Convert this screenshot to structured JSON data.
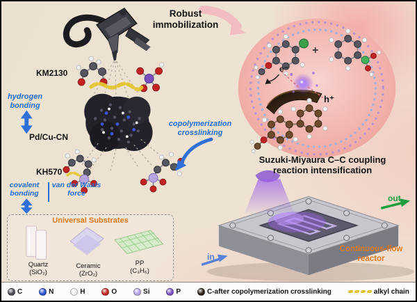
{
  "header": {
    "line1": "Robust",
    "line2": "immobilization"
  },
  "left_panel": {
    "km2130": "KM2130",
    "pd_cu_cn": "Pd/Cu-CN",
    "kh570": "KH570",
    "hydrogen_bonding": {
      "line1": "hydrogen",
      "line2": "bonding"
    },
    "covalent_bonding": {
      "line1": "covalent",
      "line2": "bonding"
    },
    "van_der_waals": {
      "line1": "van der Waals",
      "line2": "force"
    },
    "copolymerization": {
      "line1": "copolymerization",
      "line2": "crosslinking"
    }
  },
  "photoreaction": {
    "plus": "+",
    "electron": "e⁻",
    "hole": "h⁺"
  },
  "right_panel": {
    "heading": {
      "line1": "Suzuki-Miyaura C–C coupling",
      "line2": "reaction intensification"
    },
    "out_label": "out",
    "in_label": "in",
    "reactor_label": {
      "line1": "Continuous-flow",
      "line2": "reactor"
    }
  },
  "substrates": {
    "title": "Universal Substrates",
    "items": [
      {
        "name": "Quartz",
        "formula": "(SiO₂)"
      },
      {
        "name": "Ceramic",
        "formula": "(ZrO₂)"
      },
      {
        "name": "PP",
        "formula": "(C₃H₆)"
      }
    ]
  },
  "legend": {
    "items": [
      {
        "label": "C",
        "color": "#4b4b55"
      },
      {
        "label": "N",
        "color": "#2b50cc"
      },
      {
        "label": "H",
        "color": "#f2f2f2"
      },
      {
        "label": "O",
        "color": "#c32222"
      },
      {
        "label": "Si",
        "color": "#b7a6e2"
      },
      {
        "label": "P",
        "color": "#7b4fc0"
      },
      {
        "label": "C-after copolymerization crosslinking",
        "color": "#2c1f15"
      },
      {
        "label": "alkyl chain",
        "color": "#e2c22e"
      }
    ]
  },
  "colors": {
    "accent_blue": "#1f6cd6",
    "accent_orange": "#e0781a",
    "accent_green": "#1e9e3e",
    "in_blue": "#5a82d8"
  }
}
